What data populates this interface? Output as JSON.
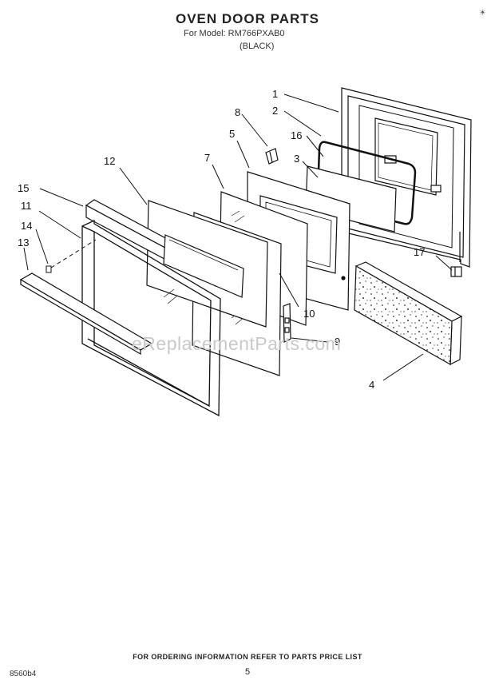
{
  "header": {
    "title": "OVEN DOOR PARTS",
    "model_line": "For Model: RM766PXAB0",
    "variant": "(BLACK)"
  },
  "callouts": [
    "1",
    "2",
    "3",
    "4",
    "5",
    "7",
    "8",
    "9",
    "10",
    "11",
    "12",
    "13",
    "14",
    "15",
    "16",
    "17"
  ],
  "watermark": "eReplacementParts.com",
  "footer": {
    "instruction": "FOR ORDERING INFORMATION REFER TO PARTS PRICE LIST",
    "page_number": "5",
    "diagram_code": "8560b4"
  },
  "corner_mark": "☀"
}
